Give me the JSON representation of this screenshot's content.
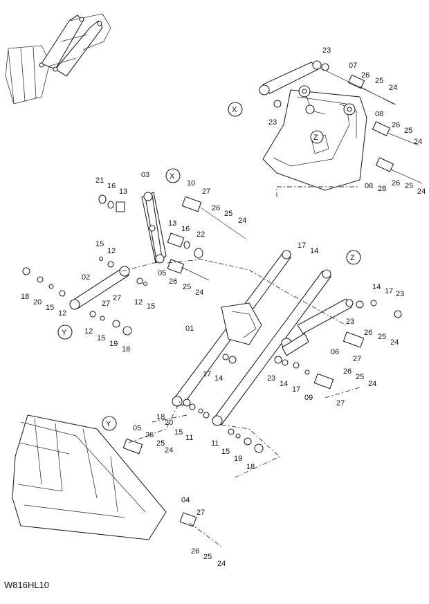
{
  "drawing_code": "W816HL10",
  "ref_markers": [
    "X",
    "Y",
    "Z"
  ],
  "part_numbers": [
    "01",
    "02",
    "03",
    "04",
    "05",
    "06",
    "07",
    "08",
    "09",
    "10",
    "11",
    "12",
    "13",
    "14",
    "15",
    "16",
    "17",
    "18",
    "19",
    "20",
    "21",
    "22",
    "23",
    "24",
    "25",
    "26",
    "27",
    "28"
  ],
  "callouts": {
    "top_right": [
      "23",
      "07",
      "26",
      "25",
      "24",
      "23",
      "08",
      "26",
      "25",
      "24",
      "08",
      "28",
      "26",
      "25",
      "24"
    ],
    "linkage": [
      "21",
      "16",
      "13",
      "03",
      "10",
      "27",
      "26",
      "25",
      "24",
      "13",
      "16",
      "22",
      "05",
      "26",
      "25",
      "24"
    ],
    "link_02": [
      "15",
      "12",
      "02",
      "18",
      "20",
      "15",
      "12",
      "27",
      "27",
      "12",
      "15",
      "12",
      "15",
      "19",
      "18"
    ],
    "arm": [
      "17",
      "14",
      "01",
      "14",
      "17",
      "23",
      "23",
      "26",
      "25",
      "24",
      "06",
      "27",
      "17",
      "14",
      "23",
      "14",
      "17",
      "26",
      "27",
      "25",
      "24",
      "09",
      "18",
      "20",
      "15",
      "11",
      "11",
      "15",
      "19",
      "18"
    ],
    "bucket": [
      "05",
      "26",
      "25",
      "24",
      "04",
      "27",
      "26",
      "25",
      "24"
    ]
  }
}
